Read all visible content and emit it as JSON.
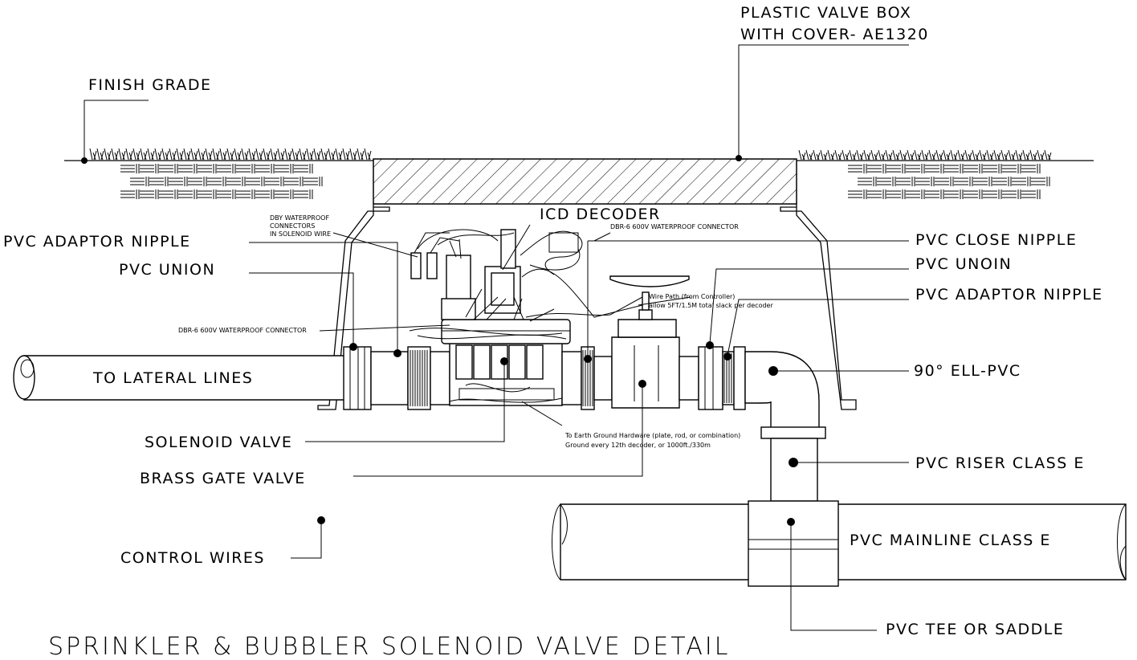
{
  "diagram": {
    "title": "SPRINKLER & BUBBLER   SOLENOID VALVE DETAIL",
    "labels": {
      "plastic_valve_box_1": "PLASTIC VALVE BOX",
      "plastic_valve_box_2": "WITH COVER- AE1320",
      "finish_grade": "FINISH GRADE",
      "icd_decoder": "ICD DECODER",
      "pvc_adaptor_nipple_left": "PVC ADAPTOR NIPPLE",
      "pvc_union": "PVC UNION",
      "pvc_close_nipple": "PVC CLOSE NIPPLE",
      "pvc_unoin": "PVC UNOIN",
      "pvc_adaptor_nipple_right": "PVC ADAPTOR NIPPLE",
      "ell_pvc": "90° ELL-PVC",
      "to_lateral_lines": "TO LATERAL LINES",
      "solenoid_valve": "SOLENOID VALVE",
      "brass_gate_valve": "BRASS GATE VALVE",
      "control_wires": "CONTROL WIRES",
      "pvc_riser": "PVC RISER CLASS E",
      "pvc_mainline": "PVC MAINLINE CLASS E",
      "pvc_tee": "PVC TEE OR SADDLE"
    },
    "notes": {
      "dby_1": "DBY WATERPROOF",
      "dby_2": "CONNECTORS",
      "dby_3": "IN SOLENOID WIRE",
      "dbr_top": "DBR-6 600V WATERPROOF CONNECTOR",
      "dbr_left": "DBR-6 600V WATERPROOF CONNECTOR",
      "wire_path_1": "Wire Path (from Controller)",
      "wire_path_2": "allow 5FT/1.5M total slack per decoder",
      "ground_1": "To Earth Ground Hardware (plate, rod, or combination)",
      "ground_2": "Ground every 12th decoder, or 1000ft./330m"
    }
  }
}
